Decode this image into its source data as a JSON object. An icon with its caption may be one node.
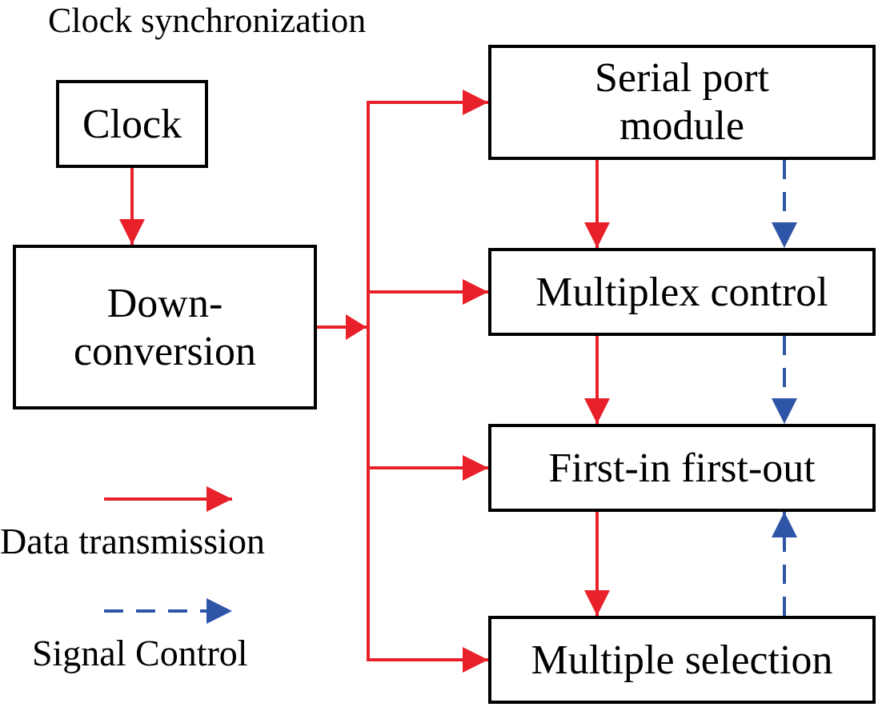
{
  "diagram": {
    "title": "Clock synchronization",
    "nodes": [
      {
        "text": [
          "Clock"
        ]
      },
      {
        "text": [
          "Down-conversion"
        ]
      },
      {
        "text": [
          "Serial port module"
        ]
      },
      {
        "text": [
          "Multiplex control"
        ]
      },
      {
        "text": [
          "First-in first-out"
        ]
      },
      {
        "text": [
          "Multiple selection"
        ]
      }
    ],
    "edges": [
      {
        "from": 0,
        "to": 1,
        "arrow": "to"
      },
      {
        "from": 1,
        "to": 2,
        "arrow": "to"
      },
      {
        "from": 1,
        "to": 3,
        "arrow": "to"
      },
      {
        "from": 1,
        "to": 4,
        "arrow": "to"
      },
      {
        "from": 1,
        "to": 5,
        "arrow": "to"
      },
      {
        "from": 2,
        "to": 3,
        "arrow": "to"
      },
      {
        "from": 3,
        "to": 4,
        "arrow": "to"
      },
      {
        "from": 4,
        "to": 5,
        "arrow": "to"
      },
      {
        "from": 2,
        "to": 3,
        "arrow": "to",
        "style": "dashed",
        "color": "#2f55a8"
      },
      {
        "from": 3,
        "to": 4,
        "arrow": "to",
        "style": "dashed",
        "color": "#2f55a8"
      },
      {
        "from": 5,
        "to": 4,
        "arrow": "to",
        "style": "dashed",
        "color": "#2f55a8"
      }
    ],
    "legend": [
      {
        "text": "Data transmission"
      },
      {
        "text": "Signal Control"
      }
    ]
  }
}
